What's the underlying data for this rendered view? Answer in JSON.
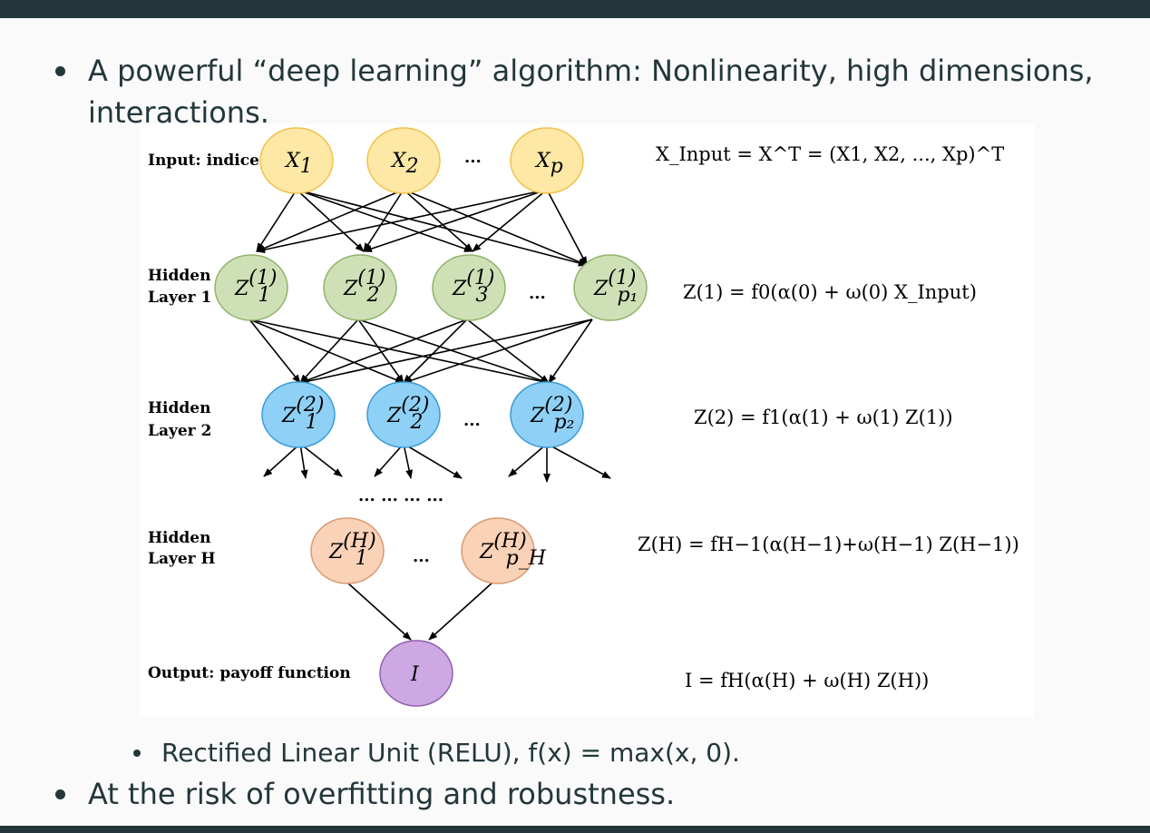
{
  "bullets": {
    "b1_line1": "A powerful “deep learning” algorithm: Nonlinearity, high dimensions,",
    "b1_line2": "interactions.",
    "sub1": "Rectified Linear Unit (RELU), f(x) = max(x, 0).",
    "b2": "At the risk of overfitting and robustness."
  },
  "diagram": {
    "labels": {
      "input": "Input: indices",
      "hidden1_a": "Hidden",
      "hidden1_b": "Layer 1",
      "hidden2_a": "Hidden",
      "hidden2_b": "Layer 2",
      "hiddenH_a": "Hidden",
      "hiddenH_b": "Layer H",
      "output": "Output: payoff function"
    },
    "ellipsis": "...",
    "middle_ellipsis": "... ... ... ...",
    "nodes": {
      "input": [
        "X1",
        "X2",
        "Xp"
      ],
      "hidden1": [
        "Z1(1)",
        "Z2(1)",
        "Z3(1)",
        "Zp1(1)"
      ],
      "hidden2": [
        "Z1(2)",
        "Z2(2)",
        "Zp2(2)"
      ],
      "hiddenH": [
        "Z1(H)",
        "ZpH(H)"
      ],
      "output": [
        "I"
      ]
    },
    "equations": {
      "input": "X_Input = X^T = (X1, X2, ..., Xp)^T",
      "hidden1": "Z(1) = f0(α(0) + ω(0) X_Input)",
      "hidden2": "Z(2) = f1(α(1) + ω(1) Z(1))",
      "hiddenH": "Z(H) = fH−1(α(H−1)+ω(H−1) Z(H−1))",
      "output": "I = fH(α(H) + ω(H) Z(H))"
    },
    "colors": {
      "input_fill": "#fde8a6",
      "input_stroke": "#f2c14a",
      "hidden1_fill": "#cfe0b7",
      "hidden1_stroke": "#91b36b",
      "hidden2_fill": "#8fd0f7",
      "hidden2_stroke": "#3a9bd6",
      "hiddenH_fill": "#f9d2b7",
      "hiddenH_stroke": "#d99a74",
      "output_fill": "#cda8e2",
      "output_stroke": "#8e60b0"
    }
  }
}
